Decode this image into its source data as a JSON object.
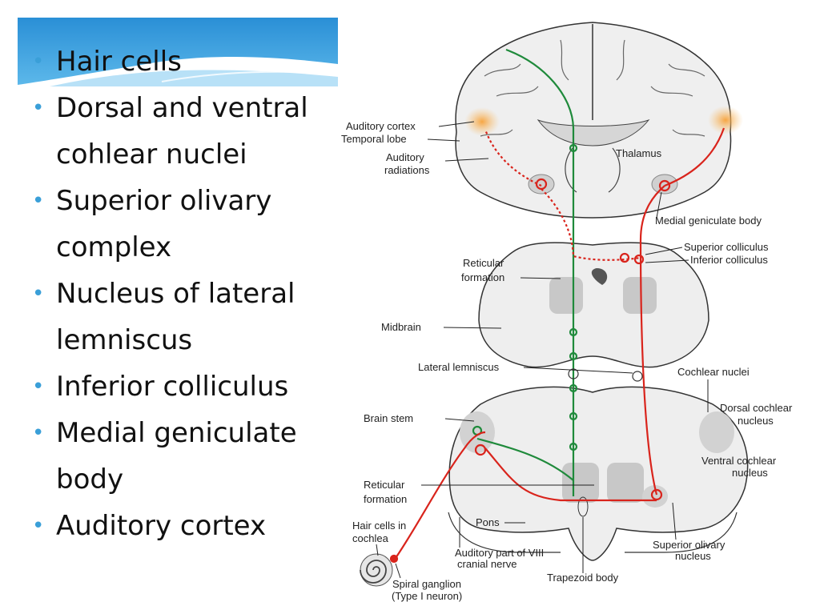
{
  "bullets": [
    {
      "lines": [
        "Hair cells"
      ]
    },
    {
      "lines": [
        "Dorsal and ventral",
        "cohlear nuclei"
      ]
    },
    {
      "lines": [
        "Superior olivary",
        "complex"
      ]
    },
    {
      "lines": [
        "Nucleus of lateral",
        "lemniscus"
      ]
    },
    {
      "lines": [
        "Inferior colliculus"
      ]
    },
    {
      "lines": [
        "Medial geniculate",
        "body"
      ]
    },
    {
      "lines": [
        "Auditory cortex"
      ]
    }
  ],
  "labels": {
    "auditory_cortex": "Auditory cortex",
    "temporal_lobe": "Temporal lobe",
    "auditory_radiations": [
      "Auditory",
      "radiations"
    ],
    "thalamus": "Thalamus",
    "medial_geniculate": "Medial geniculate body",
    "superior_colliculus": "Superior colliculus",
    "inferior_colliculus": "Inferior colliculus",
    "reticular_formation_top": [
      "Reticular",
      "formation"
    ],
    "midbrain": "Midbrain",
    "lateral_lemniscus": "Lateral lemniscus",
    "cochlear_nuclei": "Cochlear nuclei",
    "brain_stem": "Brain stem",
    "dorsal_cochlear": [
      "Dorsal cochlear",
      "nucleus"
    ],
    "ventral_cochlear": [
      "Ventral cochlear",
      "nucleus"
    ],
    "reticular_formation_bottom": [
      "Reticular",
      "formation"
    ],
    "hair_cells": [
      "Hair cells in",
      "cochlea"
    ],
    "pons": "Pons",
    "viii_nerve": [
      "Auditory part of VIII",
      "cranial nerve"
    ],
    "superior_olivary": [
      "Superior olivary",
      "nucleus"
    ],
    "trapezoid": "Trapezoid body",
    "spiral_ganglion": [
      "Spiral ganglion",
      "(Type I neuron)"
    ]
  },
  "colors": {
    "bullet": "#3a9fd8",
    "red_pathway": "#d9241c",
    "green_pathway": "#1f8a3b",
    "tissue": "#e9e9e9",
    "nucleus": "#c8c8c8"
  }
}
